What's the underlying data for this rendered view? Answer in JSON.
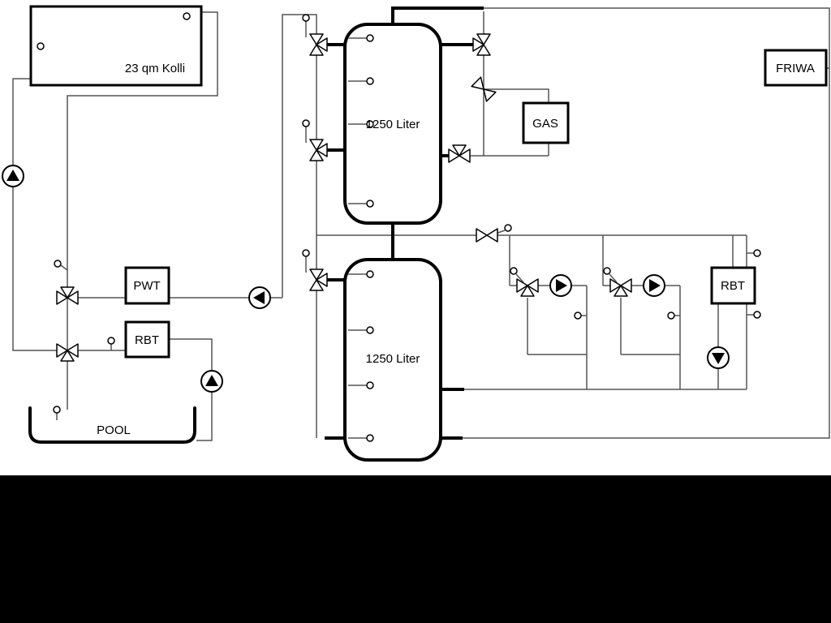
{
  "labels": {
    "collector": "23 qm Kolli",
    "tank_top": "1250 Liter",
    "tank_bottom": "1250 Liter",
    "pwt": "PWT",
    "rbt_pool": "RBT",
    "rbt_dhw": "RBT",
    "gas": "GAS",
    "friwa": "FRIWA",
    "pool": "POOL"
  },
  "colors": {
    "background": "#ffffff",
    "line": "#000000",
    "pipe": "#555555",
    "bottom_bar": "#000000"
  }
}
